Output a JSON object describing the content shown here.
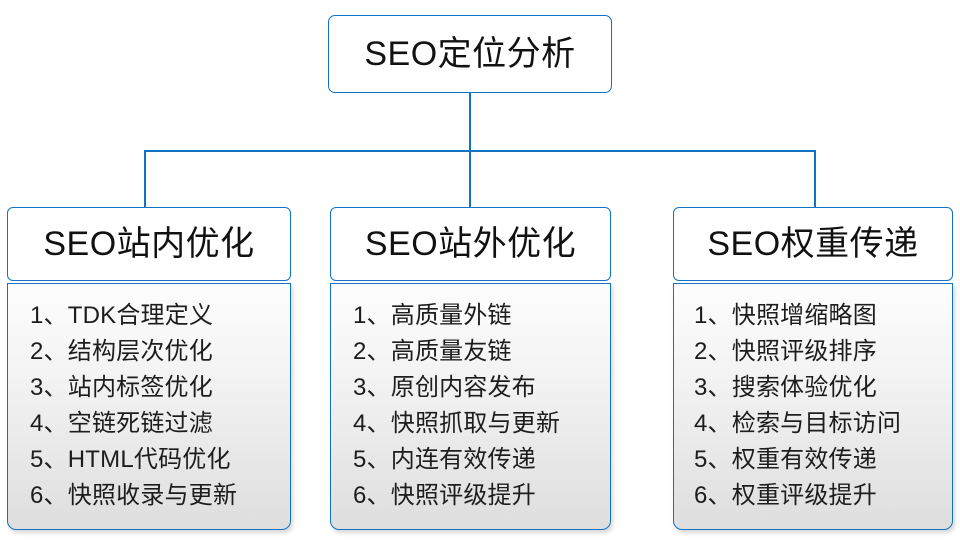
{
  "diagram": {
    "type": "org-tree",
    "root": {
      "label": "SEO定位分析"
    },
    "branches": [
      {
        "header": "SEO站内优化",
        "items": [
          "1、TDK合理定义",
          "2、结构层次优化",
          "3、站内标签优化",
          "4、空链死链过滤",
          "5、HTML代码优化",
          "6、快照收录与更新"
        ]
      },
      {
        "header": "SEO站外优化",
        "items": [
          "1、高质量外链",
          "2、高质量友链",
          "3、原创内容发布",
          "4、快照抓取与更新",
          "5、内连有效传递",
          "6、快照评级提升"
        ]
      },
      {
        "header": "SEO权重传递",
        "items": [
          "1、快照增缩略图",
          "2、快照评级排序",
          "3、搜索体验优化",
          "4、检索与目标访问",
          "5、权重有效传递",
          "6、权重评级提升"
        ]
      }
    ],
    "colors": {
      "border": "#1272c4",
      "connector": "#1272c4",
      "root_fill": "#ffffff",
      "header_fill": "#ffffff",
      "body_fill_top": "#fdfdfd",
      "body_fill_bottom": "#dedede",
      "text": "#1d1d1d"
    }
  }
}
